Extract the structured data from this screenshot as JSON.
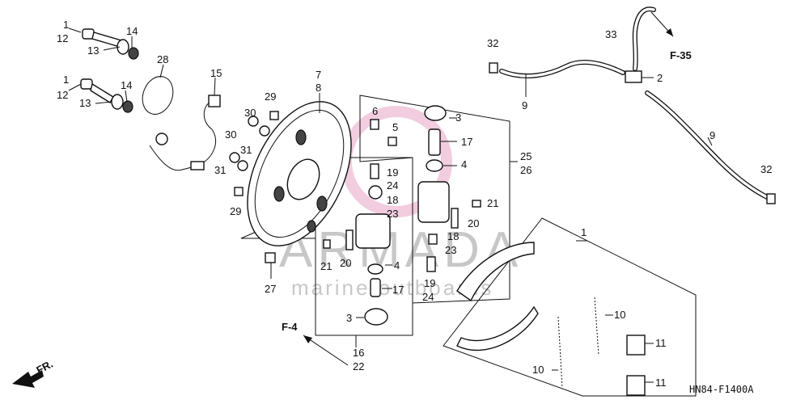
{
  "diagram": {
    "code": "HN84-F1400A",
    "watermark": {
      "line1": "ARMADA",
      "line2": "marine outboards"
    },
    "refs": {
      "front": "FR.",
      "f35": "F-35",
      "f4": "F-4"
    },
    "callouts": {
      "c1a": "1",
      "c12a": "12",
      "c13a": "13",
      "c14a": "14",
      "c1b": "1",
      "c12b": "12",
      "c13b": "13",
      "c14b": "14",
      "c28": "28",
      "c15": "15",
      "c30a": "30",
      "c30b": "30",
      "c31a": "31",
      "c31b": "31",
      "c29a": "29",
      "c29b": "29",
      "c7": "7",
      "c8": "8",
      "c6": "6",
      "c5": "5",
      "c3a": "3",
      "c17a": "17",
      "c4a": "4",
      "c25": "25",
      "c26": "26",
      "c19a": "19",
      "c24a": "24",
      "c18a": "18",
      "c23a": "23",
      "c21a": "21",
      "c20a": "20",
      "c18b": "18",
      "c23b": "23",
      "c21b": "21",
      "c20b": "20",
      "c4b": "4",
      "c17b": "17",
      "c3b": "3",
      "c19b": "19",
      "c24b": "24",
      "c27": "27",
      "c16": "16",
      "c22": "22",
      "c32a": "32",
      "c33": "33",
      "c2": "2",
      "c9a": "9",
      "c9b": "9",
      "c32b": "32",
      "c1c": "1",
      "c10a": "10",
      "c10b": "10",
      "c11a": "11",
      "c11b": "11"
    }
  }
}
